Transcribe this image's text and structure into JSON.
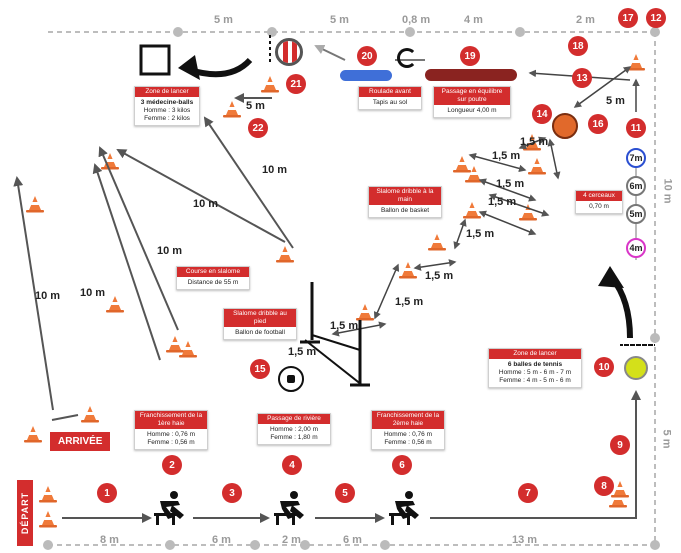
{
  "dimensions_top": [
    "5 m",
    "5 m",
    "0,8 m",
    "4 m",
    "2 m"
  ],
  "dimensions_bottom": [
    "8 m",
    "6 m",
    "2 m",
    "6 m",
    "13 m"
  ],
  "dimensions_right": [
    "10 m",
    "5 m"
  ],
  "distances": {
    "d_22": "5 m",
    "d_diag1": "10 m",
    "d_diag2": "10 m",
    "d_diag3": "10 m",
    "d_left1": "10 m",
    "d_left2": "10 m",
    "d_11_13": "5 m",
    "d_15": "1,5 m",
    "d_s1": "1,5 m",
    "d_s2": "1,5 m",
    "d_s3": "1,5 m",
    "d_s4": "1,5 m",
    "d_s5": "1,5 m",
    "d_s6": "1,5 m",
    "d_s7": "1,5 m",
    "d_s8": "1,5 m"
  },
  "badges": [
    "1",
    "2",
    "3",
    "4",
    "5",
    "6",
    "7",
    "8",
    "9",
    "10",
    "11",
    "12",
    "13",
    "14",
    "15",
    "16",
    "17",
    "18",
    "19",
    "20",
    "21",
    "22"
  ],
  "rings": [
    "7m",
    "6m",
    "5m",
    "4m"
  ],
  "labels": {
    "depart": "DÉPART",
    "arrivee": "ARRIVÉE"
  },
  "cards": {
    "lancer_top": {
      "title": "Zone de lancer",
      "lines": [
        "3 médecine-balls",
        "Homme : 3 kilos",
        "Femme : 2 kilos"
      ]
    },
    "roulade": {
      "title": "Roulade avant",
      "lines": [
        "Tapis au sol"
      ]
    },
    "poutre": {
      "title": "Passage en équilibre sur poutre",
      "lines": [
        "Longueur 4,00 m"
      ]
    },
    "slalom_basket": {
      "title": "Slalome dribble à la main",
      "lines": [
        "Ballon de basket"
      ]
    },
    "cerceaux": {
      "title": "4 cerceaux",
      "lines": [
        "0,70 m"
      ]
    },
    "course_slalom": {
      "title": "Course en slalome",
      "lines": [
        "Distance de 55 m"
      ]
    },
    "slalom_foot": {
      "title": "Slalome dribble au pied",
      "lines": [
        "Ballon de football"
      ]
    },
    "lancer_tennis": {
      "title": "Zone de lancer",
      "lines": [
        "6 balles de tennis",
        "Homme : 5 m - 6 m - 7 m",
        "Femme : 4 m - 5 m - 6 m"
      ]
    },
    "haie1": {
      "title": "Franchissement de la 1ère haie",
      "lines": [
        "Homme : 0,76 m",
        "Femme : 0,56 m"
      ]
    },
    "riviere": {
      "title": "Passage de rivière",
      "lines": [
        "Homme : 2,00 m",
        "Femme : 1,80 m"
      ]
    },
    "haie2": {
      "title": "Franchissement de la 2ème haie",
      "lines": [
        "Homme : 0,76 m",
        "Femme : 0,56 m"
      ]
    }
  }
}
